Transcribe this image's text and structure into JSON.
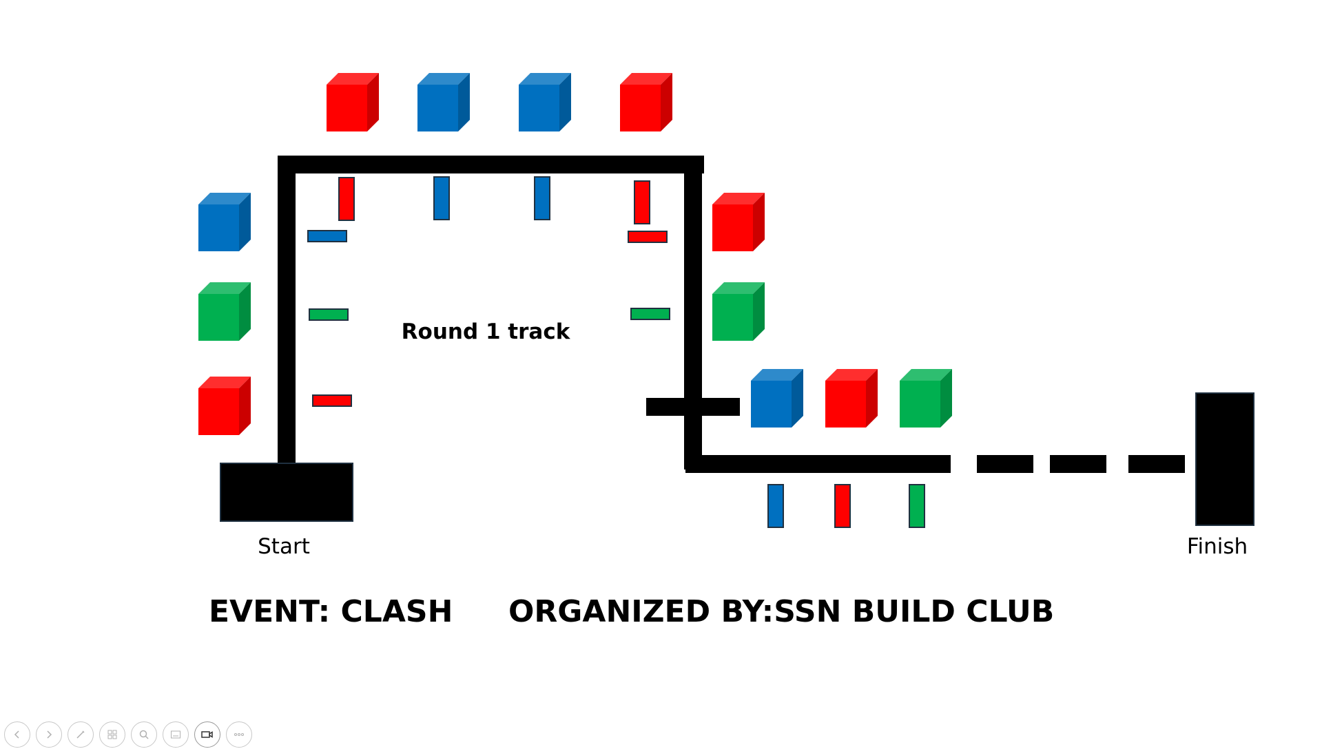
{
  "diagram": {
    "track_label": "Round 1 track",
    "start_label": "Start",
    "finish_label": "Finish",
    "event_text": "EVENT: CLASH",
    "organizer_text": "ORGANIZED BY:SSN BUILD CLUB"
  },
  "colors": {
    "track": "#000000",
    "red": "#ff0000",
    "blue": "#0070c0",
    "green": "#00b050"
  },
  "cubes": {
    "top": [
      "red",
      "blue",
      "blue",
      "red"
    ],
    "left": [
      "blue",
      "green",
      "red"
    ],
    "right": [
      "red",
      "green"
    ],
    "lower": [
      "blue",
      "red",
      "green"
    ]
  },
  "markers": {
    "top": [
      "red",
      "blue",
      "blue",
      "red"
    ],
    "left": [
      "blue",
      "green",
      "red"
    ],
    "right": [
      "red",
      "green"
    ],
    "lower": [
      "blue",
      "red",
      "green"
    ]
  },
  "toolbar": {
    "buttons": [
      "previous-slide-icon",
      "next-slide-icon",
      "pen-icon",
      "slides-grid-icon",
      "zoom-icon",
      "subtitles-icon",
      "camera-icon",
      "more-options-icon"
    ]
  }
}
